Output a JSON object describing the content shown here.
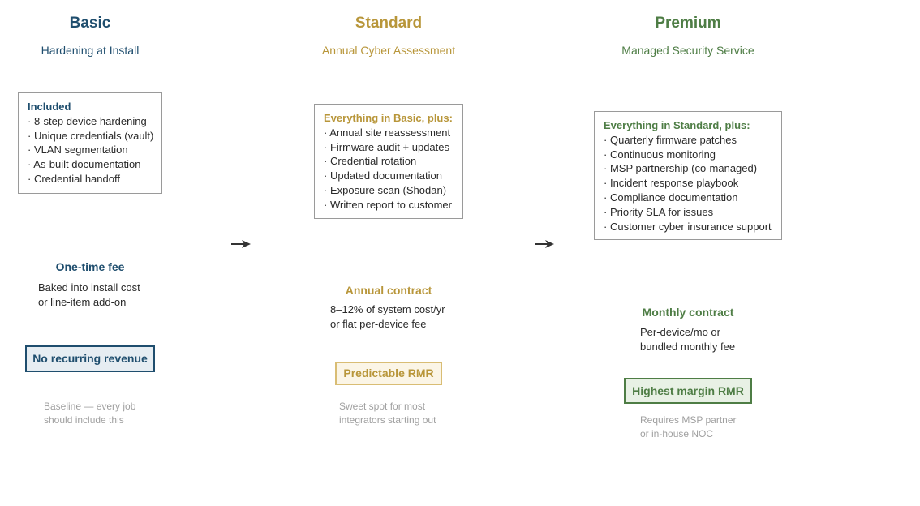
{
  "colors": {
    "basic": "#1f4e6e",
    "standard": "#b8963a",
    "premium": "#4e7d45",
    "note": "#a0a0a0",
    "arrow": "#333333"
  },
  "icons": {
    "arrow": "right-arrow-icon"
  },
  "tiers": [
    {
      "title": "Basic",
      "subtitle": "Hardening at Install",
      "box_heading": "Included",
      "items": [
        "8-step device hardening",
        "Unique credentials (vault)",
        "VLAN segmentation",
        "As-built documentation",
        "Credential handoff"
      ],
      "fee_title": "One-time fee",
      "fee_lines": [
        "Baked into install cost",
        "or line-item add-on"
      ],
      "badge": "No recurring revenue",
      "note_lines": [
        "Baseline — every job",
        "should include this"
      ]
    },
    {
      "title": "Standard",
      "subtitle": "Annual Cyber Assessment",
      "box_heading": "Everything in Basic, plus:",
      "items": [
        "Annual site reassessment",
        "Firmware audit + updates",
        "Credential rotation",
        "Updated documentation",
        "Exposure scan (Shodan)",
        "Written report to customer"
      ],
      "fee_title": "Annual contract",
      "fee_lines": [
        "8–12% of system cost/yr",
        "or flat per-device fee"
      ],
      "badge": "Predictable RMR",
      "note_lines": [
        "Sweet spot for most",
        "integrators starting out"
      ]
    },
    {
      "title": "Premium",
      "subtitle": "Managed Security Service",
      "box_heading": "Everything in Standard, plus:",
      "items": [
        "Quarterly firmware patches",
        "Continuous monitoring",
        "MSP partnership (co-managed)",
        "Incident response playbook",
        "Compliance documentation",
        "Priority SLA for issues",
        "Customer cyber insurance support"
      ],
      "fee_title": "Monthly contract",
      "fee_lines": [
        "Per-device/mo or",
        "bundled monthly fee"
      ],
      "badge": "Highest margin RMR",
      "note_lines": [
        "Requires MSP partner",
        "or in-house NOC"
      ]
    }
  ]
}
